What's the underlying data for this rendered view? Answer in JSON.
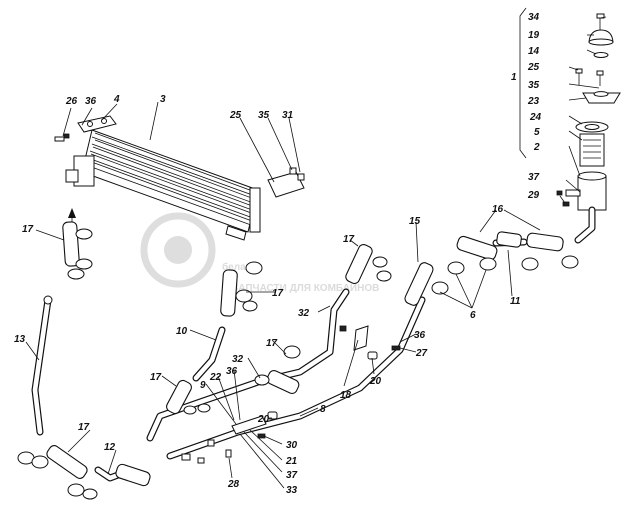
{
  "watermark": {
    "brand": "белавто",
    "sub": "ЗАПЧАСТИ ДЛЯ КОМБАЙНОВ"
  },
  "group_label": "1",
  "callouts": {
    "c34": "34",
    "c19": "19",
    "c14": "14",
    "c25a": "25",
    "c35a": "35",
    "c23": "23",
    "c24": "24",
    "c5": "5",
    "c2": "2",
    "c37a": "37",
    "c29": "29",
    "c26": "26",
    "c36a": "36",
    "c4": "4",
    "c3": "3",
    "c25b": "25",
    "c35b": "35",
    "c31": "31",
    "c17a": "17",
    "c13": "13",
    "c17b": "17",
    "c12": "12",
    "c17c": "17",
    "c17d": "17",
    "c10": "10",
    "c32a": "32",
    "c15": "15",
    "c16": "16",
    "c11": "11",
    "c6": "6",
    "c36b": "36",
    "c27": "27",
    "c20a": "20",
    "c18": "18",
    "c32b": "32",
    "c17e": "17",
    "c22": "22",
    "c36c": "36",
    "c9": "9",
    "c17f": "17",
    "c8": "8",
    "c20b": "20",
    "c30": "30",
    "c21": "21",
    "c37b": "37",
    "c33": "33",
    "c28": "28"
  }
}
